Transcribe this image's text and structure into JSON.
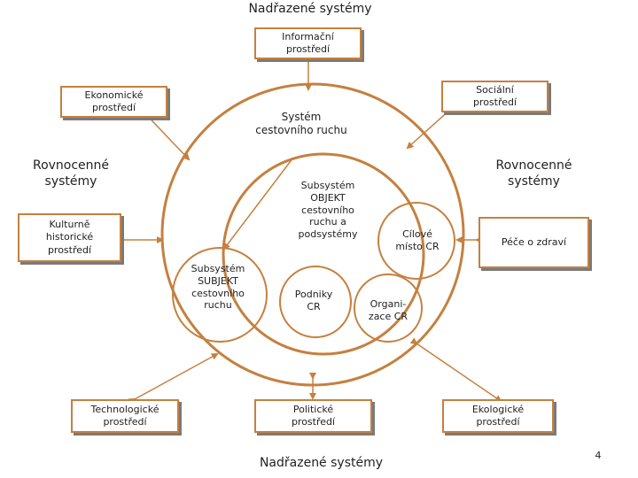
{
  "top_title": "Nadřazené systémy",
  "bottom_title": "Nadřazené systémy",
  "page_number": "4",
  "equal_left": "Rovnocenné\nsystémy",
  "equal_right": "Rovnocenné\nsystémy",
  "system_label": "Systém\ncestovního ruchu",
  "subsystem_object": "Subsystém\nOBJEKT\ncestovního\nruchu a\npodsystémy",
  "subsystem_subject": "Subsystém\nSUBJEKT\ncestovního\nruchu",
  "destination": "Cílové\nmísto CR",
  "companies": "Podniky\nCR",
  "organizations": "Organi-\nzace CR",
  "boxes": {
    "informacni": "Informační\nprostředí",
    "ekonomicke": "Ekonomické\nprostředí",
    "socialni": "Sociální\nprostředí",
    "kulturne": "Kulturně\nhistorické\nprostředí",
    "pece": "Péče o zdraví",
    "technologicke": "Technologické\nprostředí",
    "politicke": "Politické\nprostředí",
    "ekologicke": "Ekologické\nprostředí"
  },
  "colors": {
    "accent": "#c5803f",
    "text": "#222222",
    "shadow": "#7a7a7a"
  }
}
